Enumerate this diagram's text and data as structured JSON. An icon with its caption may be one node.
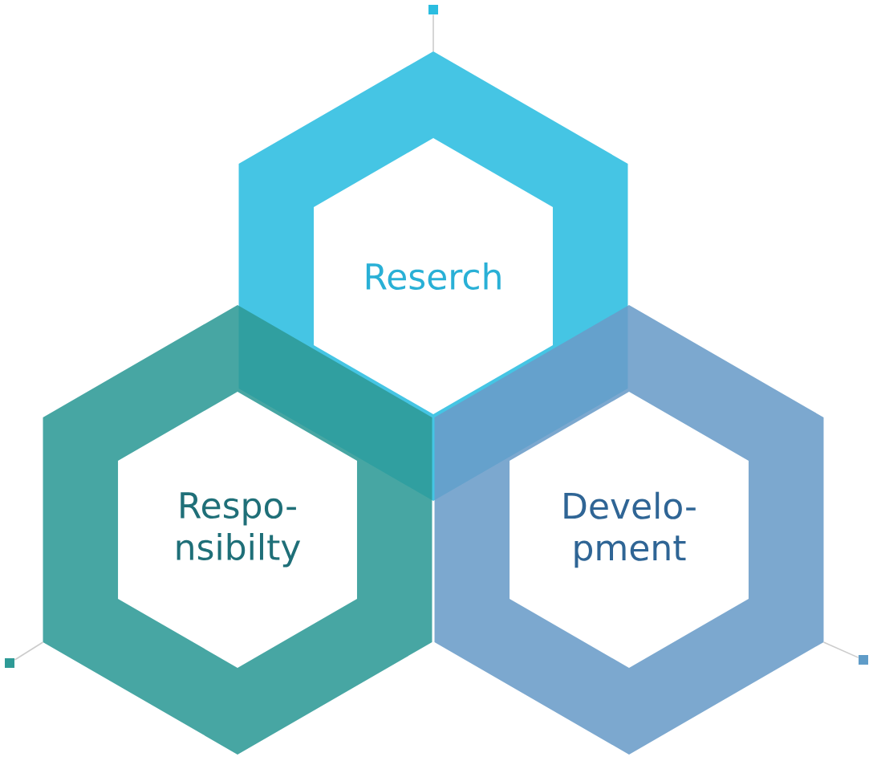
{
  "diagram": {
    "nodes": [
      {
        "text": [
          "Reserch"
        ]
      },
      {
        "text": [
          "Respo- nsibilty"
        ]
      },
      {
        "text": [
          "Develo- pment"
        ]
      },
      {
        "text": [],
        "shape": "box"
      },
      {
        "text": [],
        "shape": "box"
      },
      {
        "text": [],
        "shape": "box"
      }
    ],
    "edges": [
      {
        "from": 3,
        "to": 0,
        "arrow": "none"
      },
      {
        "from": 4,
        "to": 1,
        "arrow": "none"
      },
      {
        "from": 5,
        "to": 2,
        "arrow": "none"
      }
    ]
  }
}
